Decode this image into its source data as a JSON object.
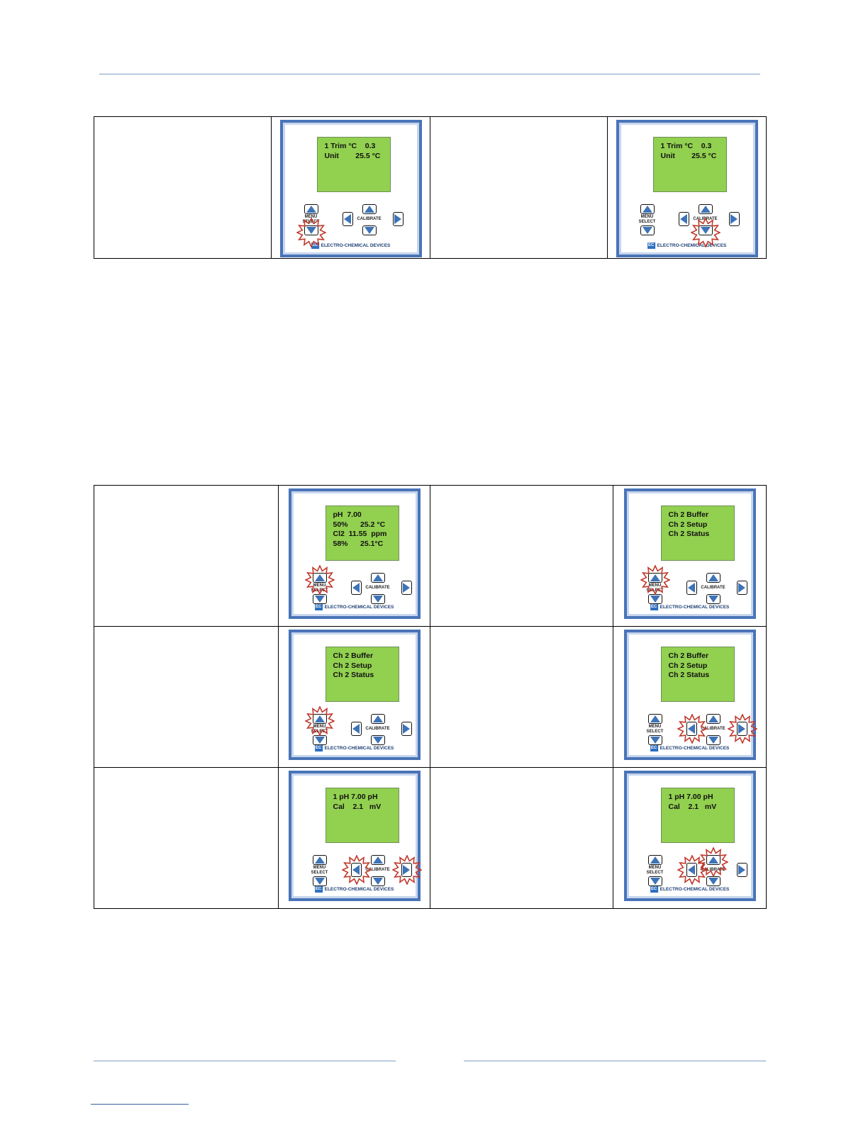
{
  "brand": {
    "logo_text": "ELECTRO-CHEMICAL DEVICES",
    "logo_mark": "EC"
  },
  "keypad": {
    "menu_label": "MENU",
    "select_label": "SELECT",
    "calibrate_label": "CALIBRATE"
  },
  "colors": {
    "lcd": "#92d050",
    "frame": "#4a74b8",
    "arrow": "#3d73b8",
    "burst": "#c0392b"
  },
  "table1": [
    {
      "left_text": "",
      "right_text": "",
      "left_panel": {
        "lcd": [
          "1 Trim °C    0.3",
          "Unit        25.5 °C"
        ],
        "highlight": [
          "down-left"
        ]
      },
      "right_panel": {
        "lcd": [
          "1 Trim °C    0.3",
          "Unit        25.5 °C"
        ],
        "highlight": [
          "down-right"
        ]
      }
    }
  ],
  "table2": [
    {
      "left_text": "",
      "right_text": "",
      "left_panel": {
        "lcd": [
          "pH  7.00",
          "50%      25.2 °C",
          "Cl2  11.55  ppm",
          "58%      25.1°C"
        ],
        "highlight": [
          "up-left"
        ]
      },
      "right_panel": {
        "lcd": [
          "Ch 2 Buffer",
          "Ch 2 Setup",
          "Ch 2 Status"
        ],
        "highlight": [
          "up-left"
        ]
      }
    },
    {
      "left_text": "",
      "right_text": "",
      "left_panel": {
        "lcd": [
          "Ch 2 Buffer",
          "Ch 2 Setup",
          "Ch 2 Status"
        ],
        "highlight": [
          "up-left"
        ]
      },
      "right_panel": {
        "lcd": [
          "Ch 2 Buffer",
          "Ch 2 Setup",
          "Ch 2 Status"
        ],
        "highlight": [
          "left",
          "right"
        ]
      }
    },
    {
      "left_text": "",
      "right_text": "",
      "left_panel": {
        "lcd": [
          "1 pH 7.00 pH",
          "Cal    2.1   mV"
        ],
        "highlight": [
          "left",
          "right"
        ]
      },
      "right_panel": {
        "lcd": [
          "1 pH 7.00 pH",
          "Cal    2.1   mV"
        ],
        "highlight": [
          "left",
          "up-right"
        ]
      }
    }
  ]
}
